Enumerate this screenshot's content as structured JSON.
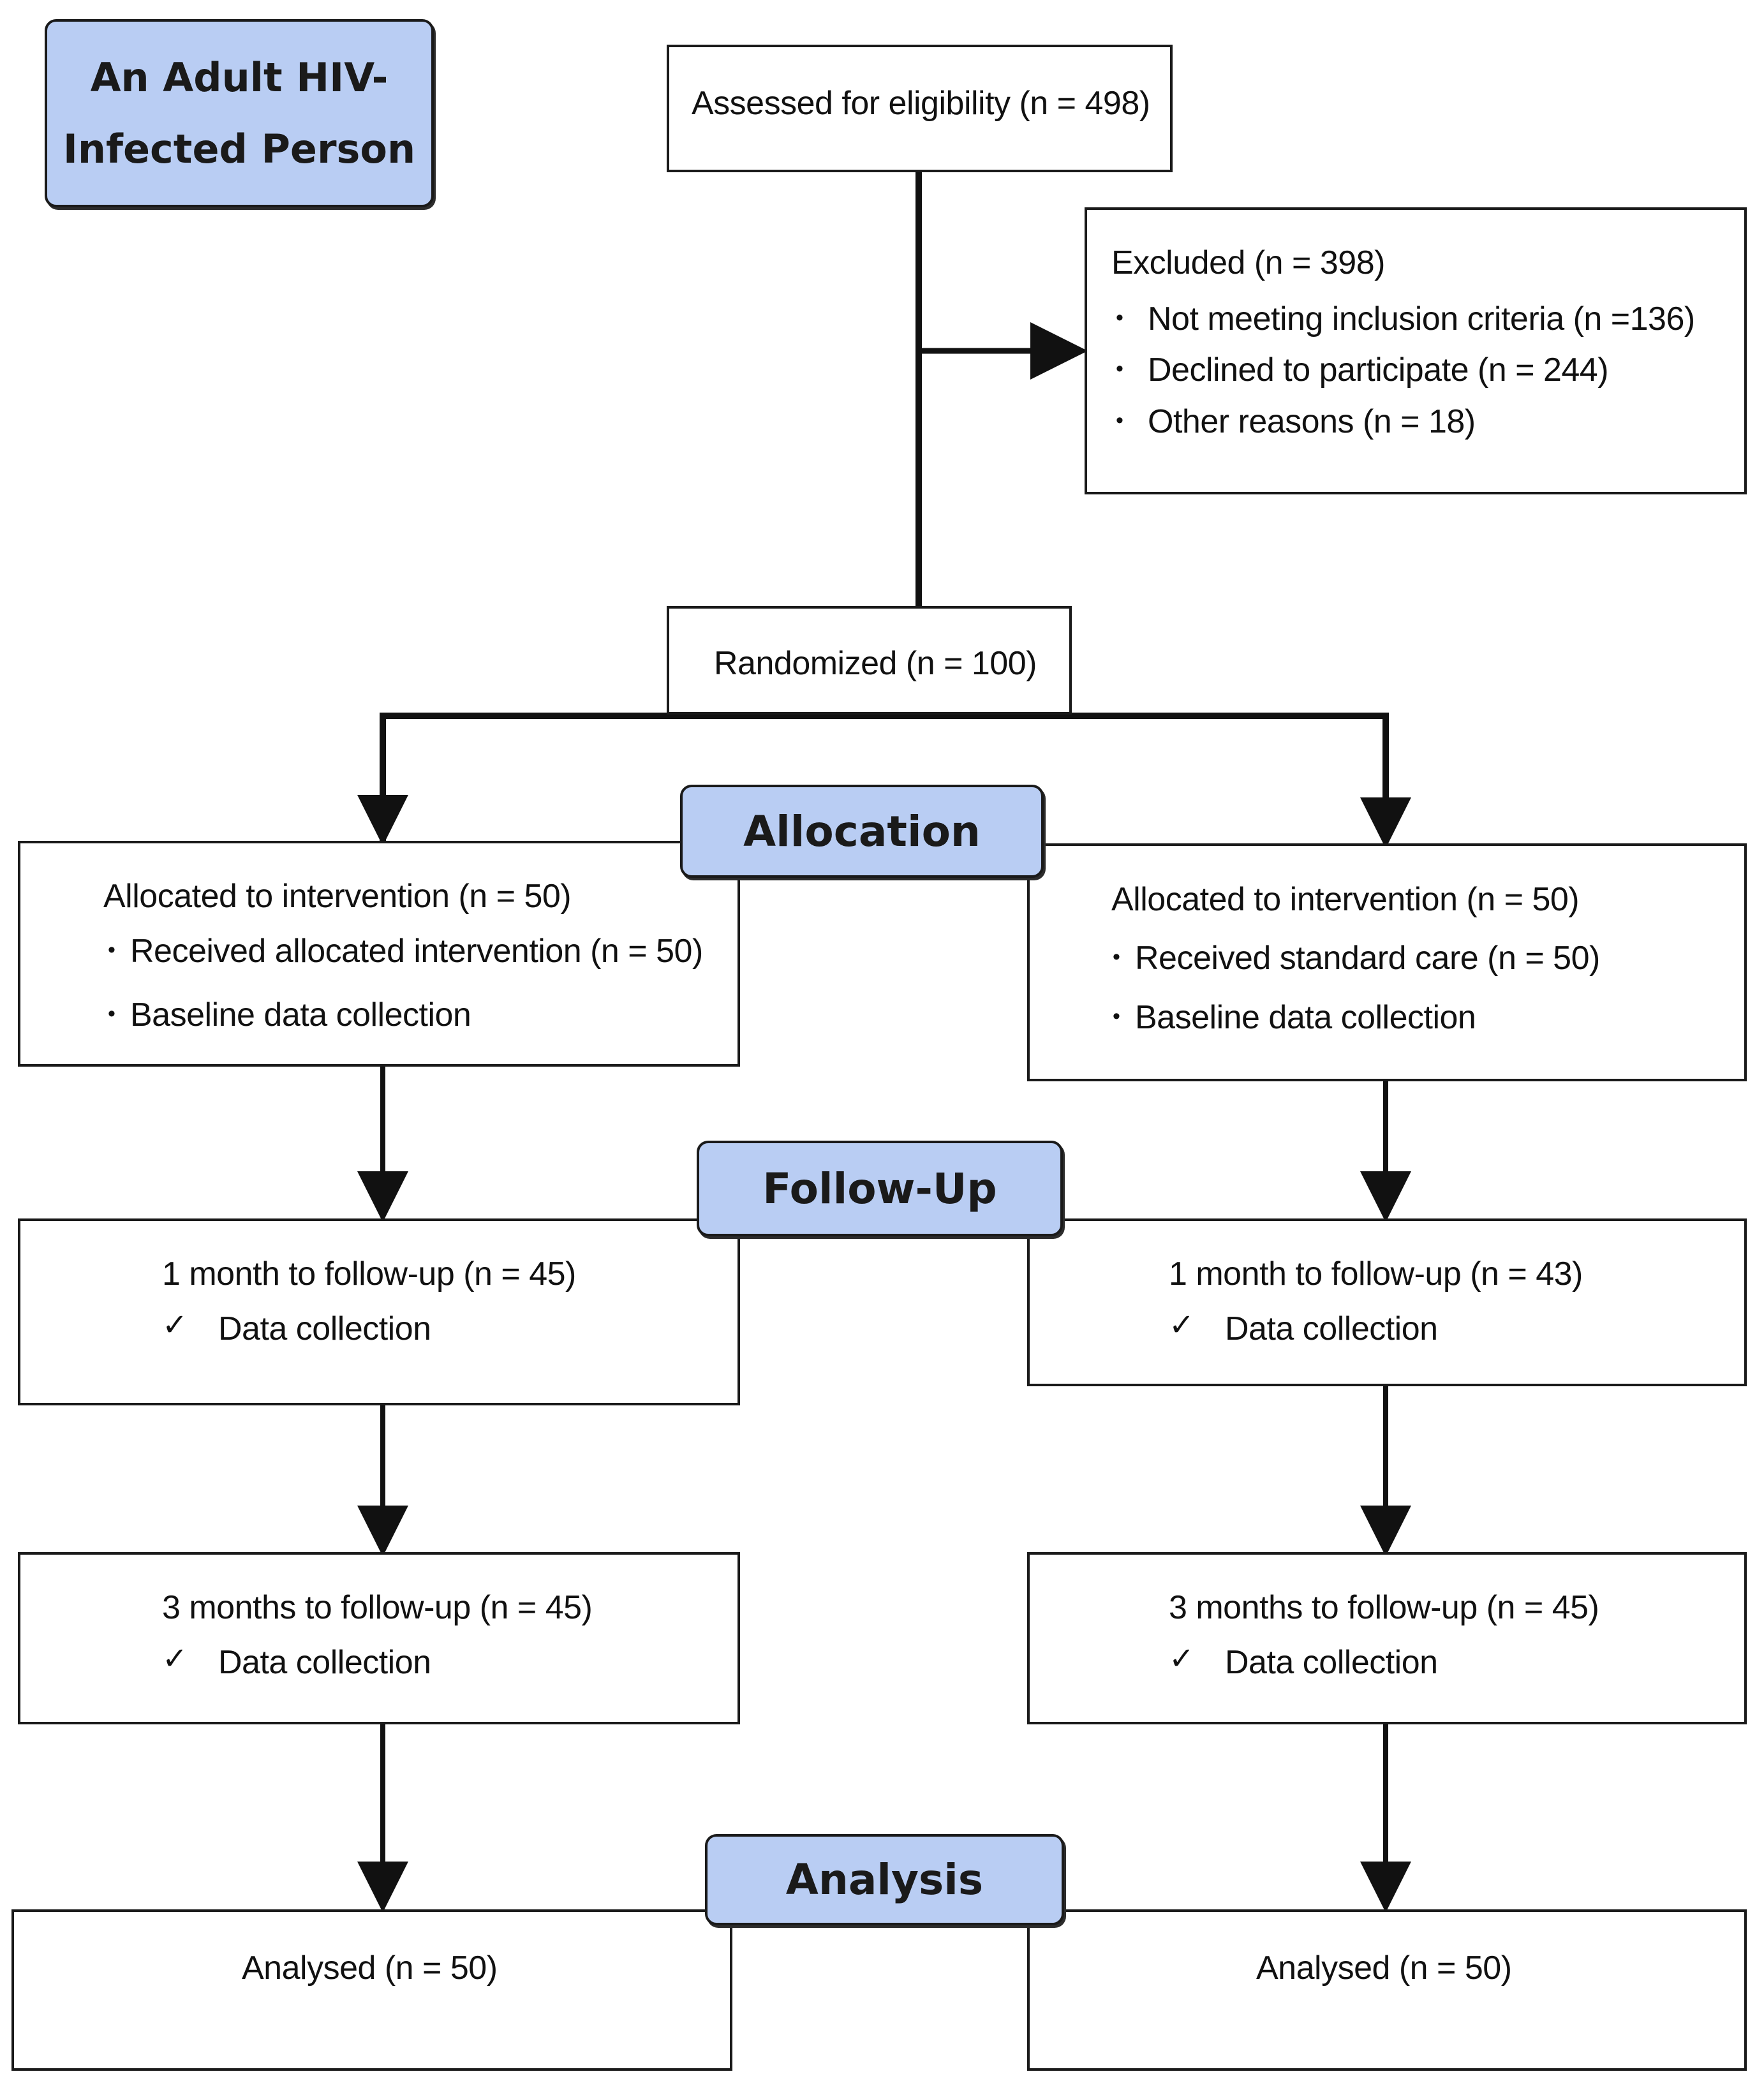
{
  "labels": {
    "population": "An Adult HIV-Infected Person",
    "allocation": "Allocation",
    "follow_up": "Follow-Up",
    "analysis": "Analysis"
  },
  "assessed": "Assessed for eligibility (n = 498)",
  "excluded": {
    "title": "Excluded  (n = 398)",
    "items": [
      "Not meeting inclusion criteria (n =136)",
      "Declined to participate (n = 244)",
      "Other reasons (n = 18)"
    ]
  },
  "randomized": "Randomized (n = 100)",
  "left": {
    "allocated": "Allocated to intervention (n = 50)",
    "allocated_items": [
      "Received allocated intervention (n = 50)",
      "Baseline data collection"
    ],
    "fu1": "1 month to follow-up (n = 45)",
    "fu1_item": "Data collection",
    "fu3": "3 months to follow-up (n = 45)",
    "fu3_item": "Data collection",
    "analysed": "Analysed  (n = 50)"
  },
  "right": {
    "allocated": "Allocated to intervention (n = 50)",
    "allocated_items": [
      "Received standard care (n = 50)",
      "Baseline data collection"
    ],
    "fu1": "1 month to follow-up (n = 43)",
    "fu1_item": "Data collection",
    "fu3": "3 months to follow-up (n = 45)",
    "fu3_item": "Data collection",
    "analysed": "Analysed  (n = 50)"
  },
  "icons": {
    "bullet": "•",
    "check": "✓"
  }
}
